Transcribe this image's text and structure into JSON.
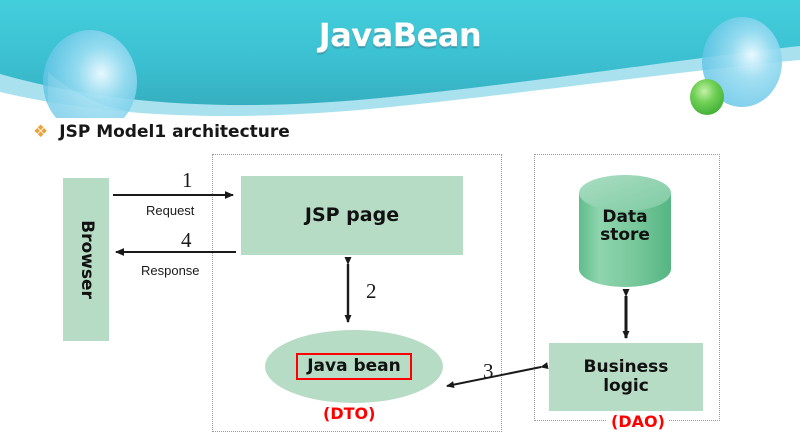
{
  "header": {
    "title": "JavaBean",
    "gradient_top": "#3fc8d8",
    "gradient_bottom": "#36aebd",
    "wave_band_color": "#a8e0ec",
    "bubble_blue": "#7fd0ec",
    "bubble_green": "#63c94f"
  },
  "bullet": {
    "marker": "diamond-bullet-icon",
    "marker_glyph": "❖",
    "marker_color": "#e8a33d",
    "text": "JSP Model1 architecture"
  },
  "diagram": {
    "box_fill": "#b7dcc5",
    "cylinder_fill": "#77c89b",
    "accent_red": "#ff0000",
    "nodes": {
      "browser": "Browser",
      "jsp_page": "JSP page",
      "java_bean": "Java bean",
      "data_store_line1": "Data",
      "data_store_line2": "store",
      "business_logic_line1": "Business",
      "business_logic_line2": "logic"
    },
    "tags": {
      "dto": "(DTO)",
      "dao": "(DAO)"
    },
    "flows": [
      {
        "number": "1",
        "label": "Request",
        "direction": "right"
      },
      {
        "number": "4",
        "label": "Response",
        "direction": "left"
      },
      {
        "number": "2",
        "label": "",
        "direction": "both-vertical"
      },
      {
        "number": "3",
        "label": "",
        "direction": "both-diagonal"
      }
    ]
  }
}
